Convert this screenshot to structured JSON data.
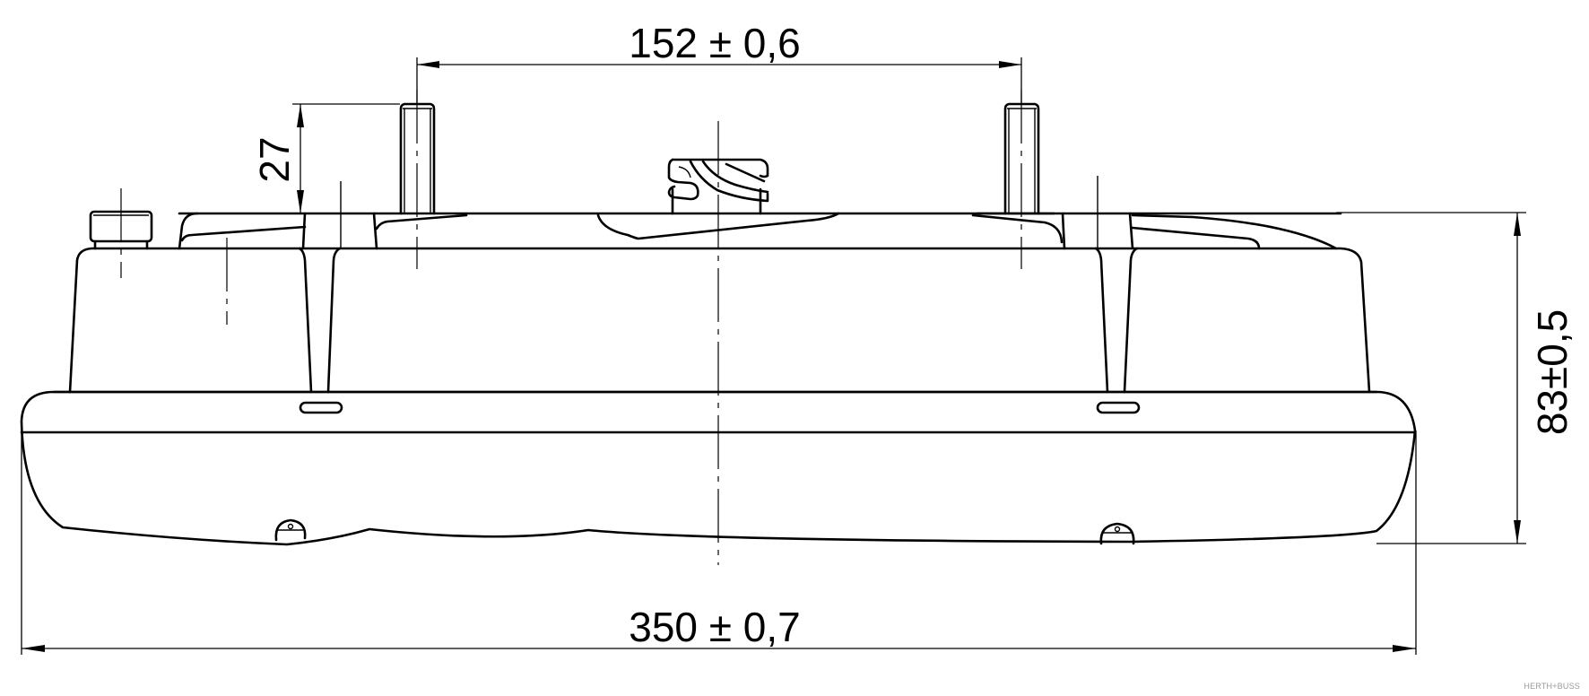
{
  "drawing": {
    "subject": "rear lamp housing side view",
    "line_color": "#000000",
    "background": "#ffffff"
  },
  "dimensions": {
    "stud_spacing": {
      "value": "152",
      "pm": "±",
      "tol": "0,6",
      "label": "152 ± 0,6"
    },
    "stud_height": {
      "value": "27",
      "label": "27"
    },
    "overall_width": {
      "value": "350",
      "pm": "±",
      "tol": "0,7",
      "label": "350 ± 0,7"
    },
    "overall_height": {
      "value": "83",
      "pm": "±",
      "tol": "0,5",
      "label": "83±0,5"
    }
  },
  "watermark": {
    "text": "HERTH+BUSS"
  }
}
